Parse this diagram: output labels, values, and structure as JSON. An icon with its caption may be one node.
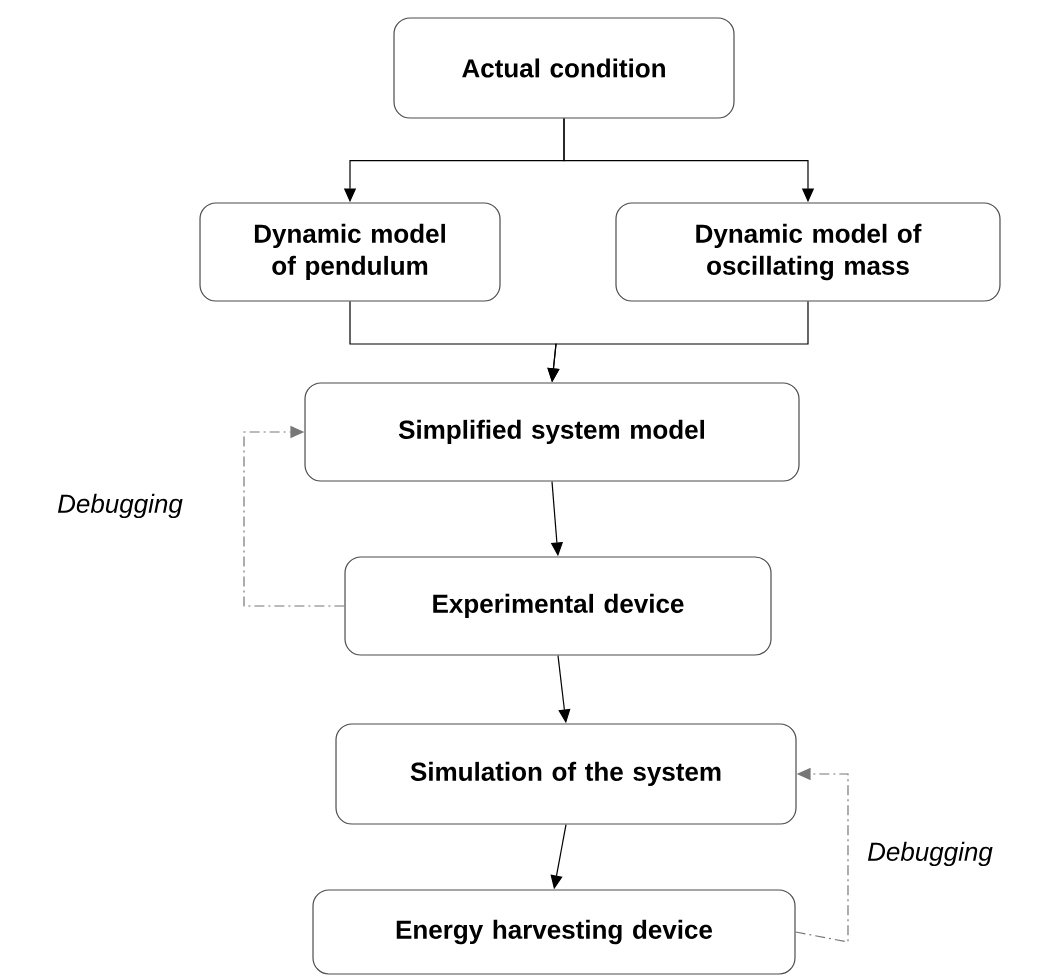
{
  "diagram": {
    "nodes": [
      {
        "text": [
          "Actual condition"
        ]
      },
      {
        "text": [
          "Dynamic model of pendulum"
        ]
      },
      {
        "text": [
          "Dynamic model of oscillating mass"
        ]
      },
      {
        "text": [
          "Simplified system model"
        ]
      },
      {
        "text": [
          "Experimental device"
        ]
      },
      {
        "text": [
          "Simulation of the system"
        ]
      },
      {
        "text": [
          "Energy harvesting device"
        ]
      }
    ],
    "edges": [
      {
        "from": 0,
        "to": 1,
        "arrow": "to"
      },
      {
        "from": 0,
        "to": 2,
        "arrow": "to"
      },
      {
        "from": 1,
        "to": 3,
        "arrow": "to"
      },
      {
        "from": 2,
        "to": 3,
        "arrow": "to"
      },
      {
        "from": 3,
        "to": 4,
        "arrow": "to"
      },
      {
        "from": 4,
        "to": 3,
        "arrow": "to",
        "label": "Debugging",
        "style": "dashed",
        "color": "#777777"
      },
      {
        "from": 4,
        "to": 5,
        "arrow": "to"
      },
      {
        "from": 5,
        "to": 6,
        "arrow": "to"
      },
      {
        "from": 6,
        "to": 5,
        "arrow": "to",
        "label": "Debugging",
        "style": "dashed",
        "color": "#777777"
      }
    ]
  }
}
